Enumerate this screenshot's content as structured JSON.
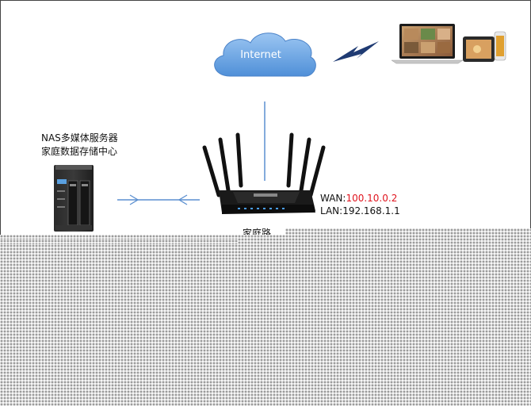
{
  "cloud": {
    "label": "Internet"
  },
  "nas": {
    "title_line1": "NAS多媒体服务器",
    "title_line2": "家庭数据存储中心"
  },
  "router": {
    "wan_prefix": "WAN:",
    "wan_value": "100.10.0.2",
    "lan_text": "LAN:192.168.1.1",
    "caption_visible": "家庭路"
  },
  "colors": {
    "cloud": "#6ea8e8",
    "link_line": "#5b8fd0",
    "wan_value": "#e0141e",
    "lightning": "#1f3b73"
  },
  "icons": [
    "cloud-icon",
    "laptop-icon",
    "tablet-icon",
    "phone-icon",
    "nas-device-icon",
    "router-icon",
    "wireless-signal-icon"
  ]
}
